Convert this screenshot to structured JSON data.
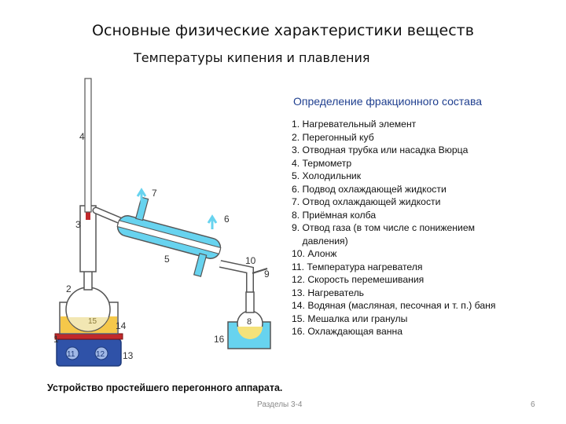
{
  "slide": {
    "title": "Основные физические характеристики веществ",
    "subtitle": "Температуры кипения и плавления",
    "section_title": "Определение фракционного состава",
    "legend": [
      "1. Нагревательный элемент",
      "2. Перегонный куб",
      "3. Отводная трубка или насадка Вюрца",
      "4. Термометр",
      "5. Холодильник",
      "6. Подвод охлаждающей жидкости",
      "7. Отвод охлаждающей жидкости",
      "8. Приёмная колба",
      "9. Отвод газа (в том числе с понижением",
      "    давления)",
      "10. Алонж",
      "11. Температура нагревателя",
      "12. Скорость перемешивания",
      "13. Нагреватель",
      "14. Водяная (масляная, песочная и т. п.) баня",
      "15. Мешалка или гранулы",
      "16. Охлаждающая ванна"
    ],
    "caption": "Устройство простейшего перегонного аппарата.",
    "footer_left": "Разделы 3-4",
    "page_number": "6"
  },
  "diagram": {
    "labels": {
      "n1": "1",
      "n2": "2",
      "n3": "3",
      "n4": "4",
      "n5": "5",
      "n6": "6",
      "n7": "7",
      "n8": "8",
      "n9": "9",
      "n10": "10",
      "n11": "11",
      "n12": "12",
      "n13": "13",
      "n14": "14",
      "n15": "15",
      "n16": "16"
    },
    "colors": {
      "heater_body": "#2f52a8",
      "hot_plate": "#c0292b",
      "bath_liquid": "#f5c84a",
      "coolant": "#67d3ef",
      "label_text": "#333333",
      "glass_outline": "#555555"
    }
  }
}
